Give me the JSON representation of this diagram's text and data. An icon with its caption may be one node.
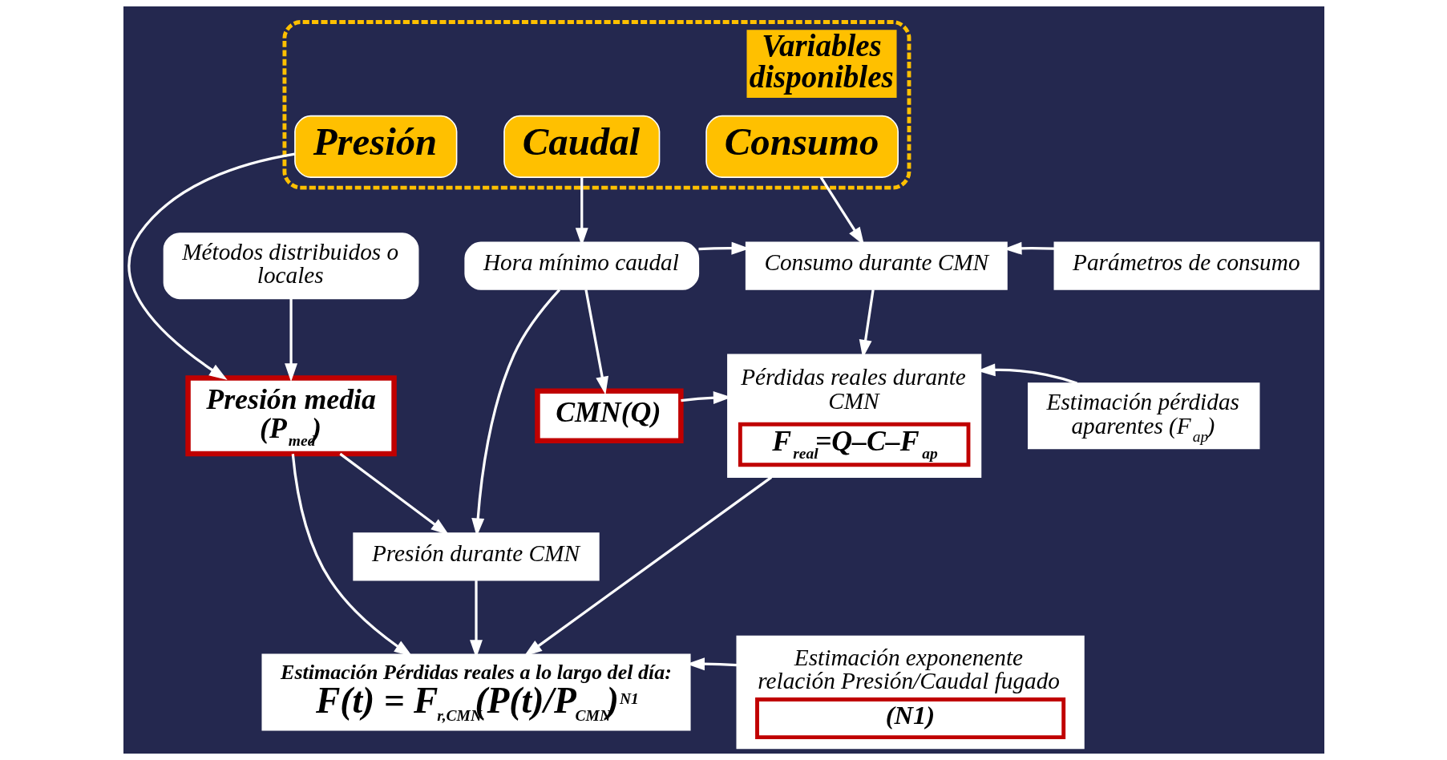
{
  "diagram": {
    "nodes": [
      {
        "text": [
          "Variables disponibles"
        ]
      },
      {
        "text": [
          "Presión"
        ],
        "in": 0
      },
      {
        "text": [
          "Caudal"
        ],
        "in": 0
      },
      {
        "text": [
          "Consumo"
        ],
        "in": 0
      },
      {
        "text": [
          "Métodos distribuidos o locales"
        ]
      },
      {
        "text": [
          "Hora mínimo caudal"
        ]
      },
      {
        "text": [
          "Consumo durante CMN"
        ]
      },
      {
        "text": [
          "Parámetros de consumo"
        ]
      },
      {
        "text": [
          "Presión media",
          "(P$_{med}$)"
        ]
      },
      {
        "text": [
          "CMN(Q)"
        ]
      },
      {
        "text": [
          "Pérdidas reales durante CMN",
          "F$_{real}$=Q–C–F$_{ap}$"
        ]
      },
      {
        "text": [
          "Estimación pérdidas aparentes (F$_{ap}$)"
        ]
      },
      {
        "text": [
          "Presión durante CMN"
        ]
      },
      {
        "text": [
          "Estimación Pérdidas reales a lo largo del día:",
          "F(t) = F$_{r,CMN}$(P(t)/P$_{CMN}$)$^{N1}$"
        ]
      },
      {
        "text": [
          "Estimación exponenente relación Presión/Caudal fugado (N1)"
        ]
      }
    ],
    "edges": [
      {
        "from": 1,
        "to": 8,
        "arrow": "to"
      },
      {
        "from": 4,
        "to": 8,
        "arrow": "to"
      },
      {
        "from": 2,
        "to": 5,
        "arrow": "to"
      },
      {
        "from": 3,
        "to": 6,
        "arrow": "to"
      },
      {
        "from": 5,
        "to": 6,
        "arrow": "to"
      },
      {
        "from": 7,
        "to": 6,
        "arrow": "to"
      },
      {
        "from": 6,
        "to": 10,
        "arrow": "to"
      },
      {
        "from": 5,
        "to": 9,
        "arrow": "to"
      },
      {
        "from": 9,
        "to": 10,
        "arrow": "to"
      },
      {
        "from": 11,
        "to": 10,
        "arrow": "to"
      },
      {
        "from": 8,
        "to": 12,
        "arrow": "to"
      },
      {
        "from": 5,
        "to": 12,
        "arrow": "to"
      },
      {
        "from": 8,
        "to": 13,
        "arrow": "to"
      },
      {
        "from": 10,
        "to": 13,
        "arrow": "to"
      },
      {
        "from": 12,
        "to": 13,
        "arrow": "to"
      },
      {
        "from": 14,
        "to": 13,
        "arrow": "to"
      }
    ]
  }
}
